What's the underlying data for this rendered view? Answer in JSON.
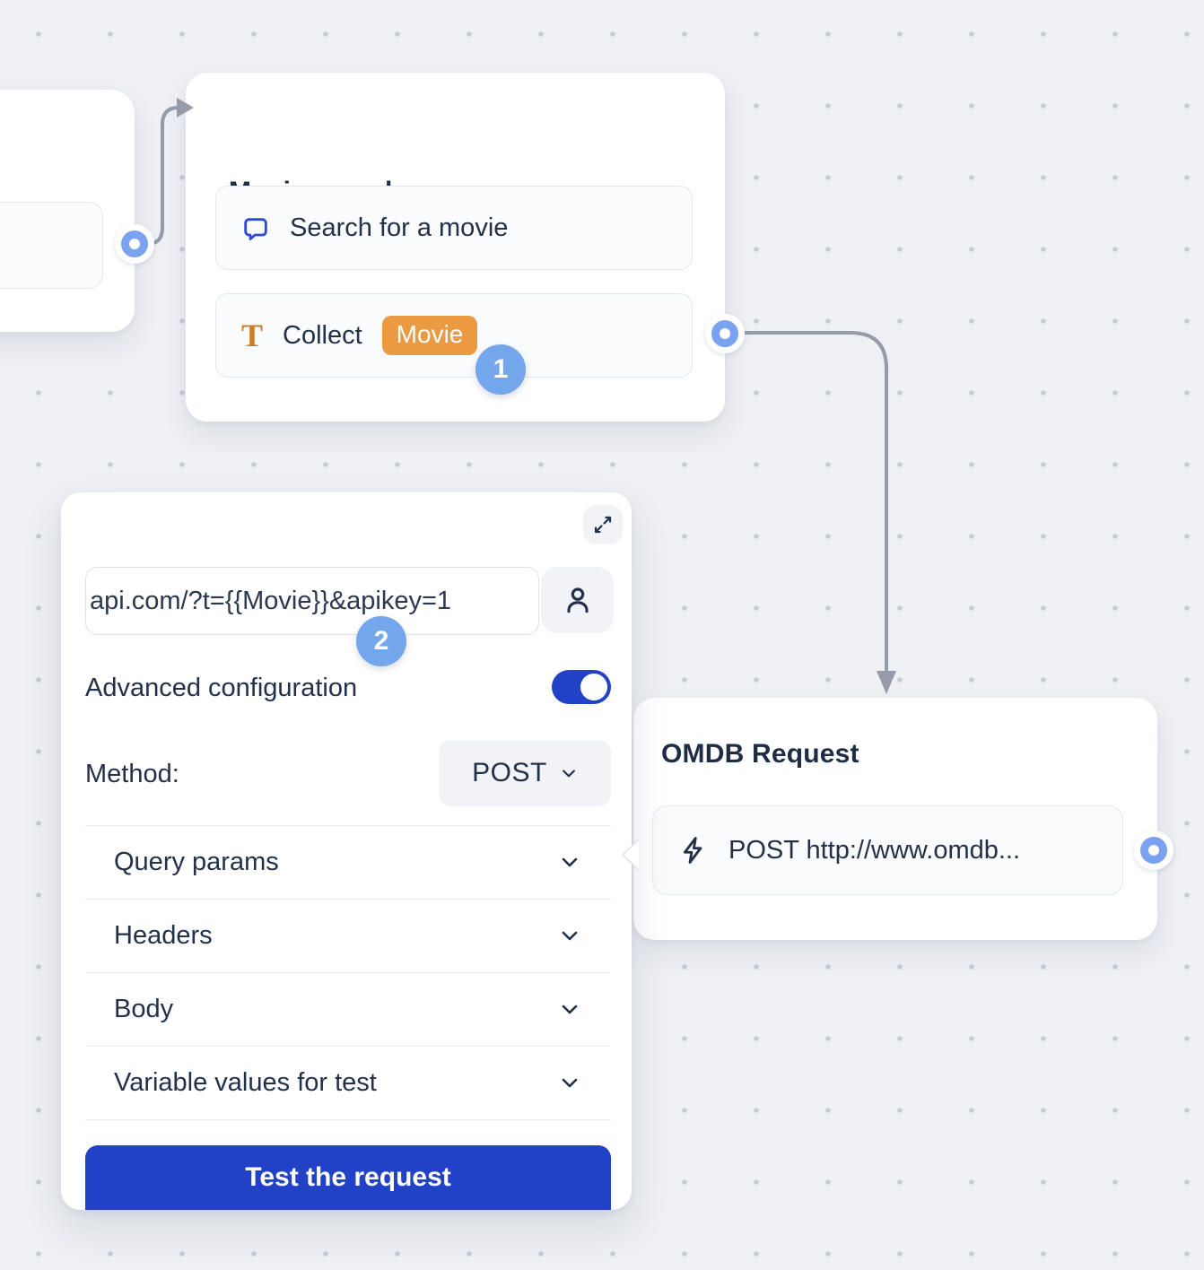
{
  "colors": {
    "primary_blue": "#2141c7",
    "step_badge_blue": "#74a6eb",
    "variable_badge_orange": "#ec9a42",
    "text_icon_orange": "#cf7c2e",
    "chat_icon_blue": "#2b4bd7",
    "port_blue": "#7ba2f1",
    "connector_gray": "#959ca9"
  },
  "nodes": {
    "movie_search": {
      "title": "Movie search",
      "step_badge": "1",
      "items": [
        {
          "icon": "chat-bubble-icon",
          "label": "Search for a movie"
        },
        {
          "icon": "text-input-icon",
          "label": "Collect",
          "variable_badge": "Movie"
        }
      ]
    },
    "omdb_request": {
      "title": "OMDB Request",
      "items": [
        {
          "icon": "lightning-icon",
          "label": "POST http://www.omdb..."
        }
      ]
    }
  },
  "panel": {
    "step_badge": "2",
    "url_input": {
      "value": "api.com/?t={{Movie}}&apikey=1"
    },
    "advanced_configuration_label": "Advanced configuration",
    "advanced_configuration_enabled": true,
    "method_label": "Method:",
    "method_value": "POST",
    "sections": [
      {
        "label": "Query params"
      },
      {
        "label": "Headers"
      },
      {
        "label": "Body"
      },
      {
        "label": "Variable values for test"
      }
    ],
    "test_button_label": "Test the request"
  }
}
